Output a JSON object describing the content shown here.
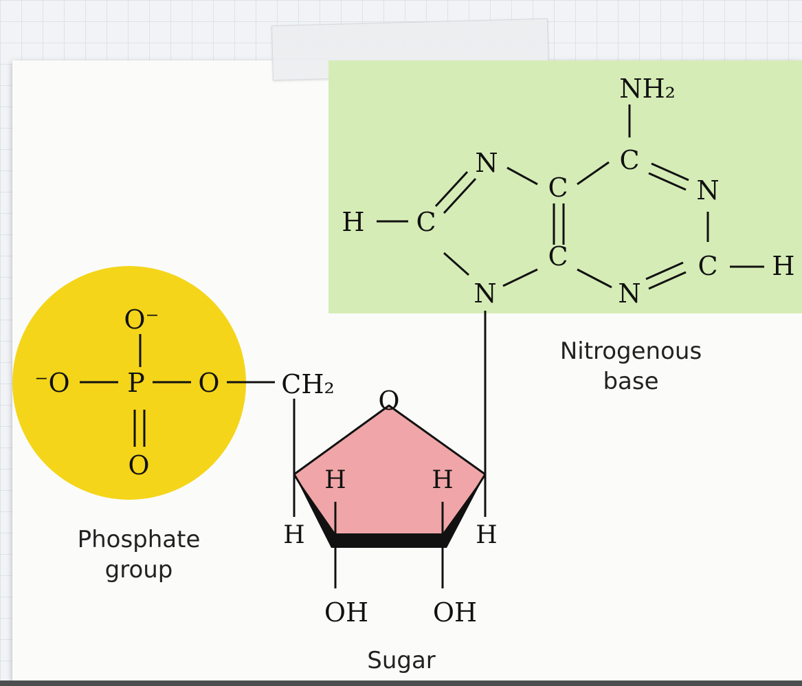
{
  "colors": {
    "phosphate": "#f4d51a",
    "base": "#d6ecb6",
    "sugar": "#f0a6a8",
    "card": "#fbfcfa",
    "grid": "#dde3ea"
  },
  "base": {
    "amino": "NH₂",
    "atoms": {
      "c6": "C",
      "n1": "N",
      "c2": "C",
      "n3": "N",
      "c4": "C",
      "c5": "C",
      "n7": "N",
      "c8": "C",
      "n9": "N"
    },
    "h_c8": "H",
    "h_c2": "H",
    "label_line1": "Nitrogenous",
    "label_line2": "base"
  },
  "phosphate": {
    "o_top": "O⁻",
    "o_left": "⁻O",
    "p": "P",
    "o_right": "O",
    "o_bottom": "O",
    "label_line1": "Phosphate",
    "label_line2": "group"
  },
  "sugar": {
    "ch2": "CH₂",
    "ring_o": "O",
    "h_in_left": "H",
    "h_in_right": "H",
    "h_out_left": "H",
    "h_out_right": "H",
    "oh_left": "OH",
    "oh_right": "OH",
    "label": "Sugar"
  }
}
